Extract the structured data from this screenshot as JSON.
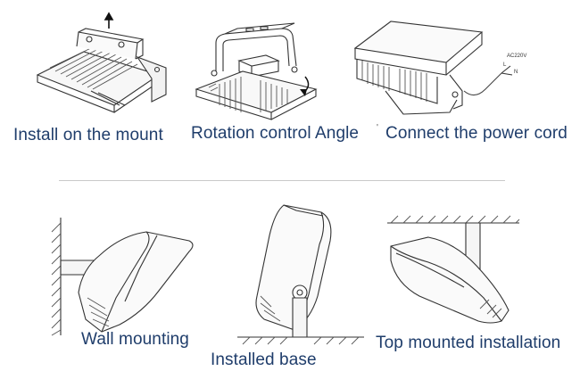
{
  "top_row": {
    "captions": {
      "install_mount": "Install on the mount",
      "rotation_angle": "Rotation control Angle",
      "connect_power": "Connect the power cord"
    },
    "power_labels": {
      "volt": "AC220V",
      "l": "L",
      "n": "N"
    }
  },
  "bottom_row": {
    "captions": {
      "wall_mounting": "Wall mounting",
      "installed_base": "Installed base",
      "top_mounted": "Top mounted installation"
    }
  },
  "colors": {
    "caption_text": "#1f3d6b",
    "line_art": "#333333",
    "divider": "#c9c9c9"
  }
}
